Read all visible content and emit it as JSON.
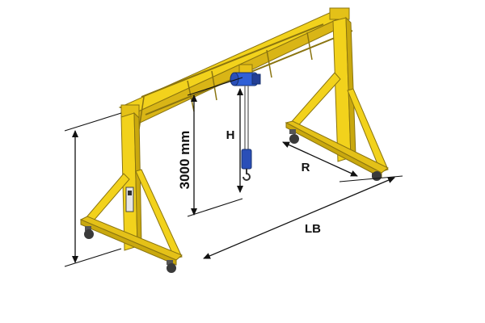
{
  "diagram": {
    "labels": {
      "height_value": "3000 mm",
      "hoist_height": "H",
      "base_width": "R",
      "beam_length": "LB"
    },
    "colors": {
      "frame_yellow": "#f2d21c",
      "frame_shadow": "#c9a80e",
      "frame_edge": "#8a7410",
      "hoist_blue": "#2f5fd6",
      "hook_blue": "#2a4fb8",
      "wheel": "#3a3a3a",
      "dimension_line": "#111111"
    }
  }
}
